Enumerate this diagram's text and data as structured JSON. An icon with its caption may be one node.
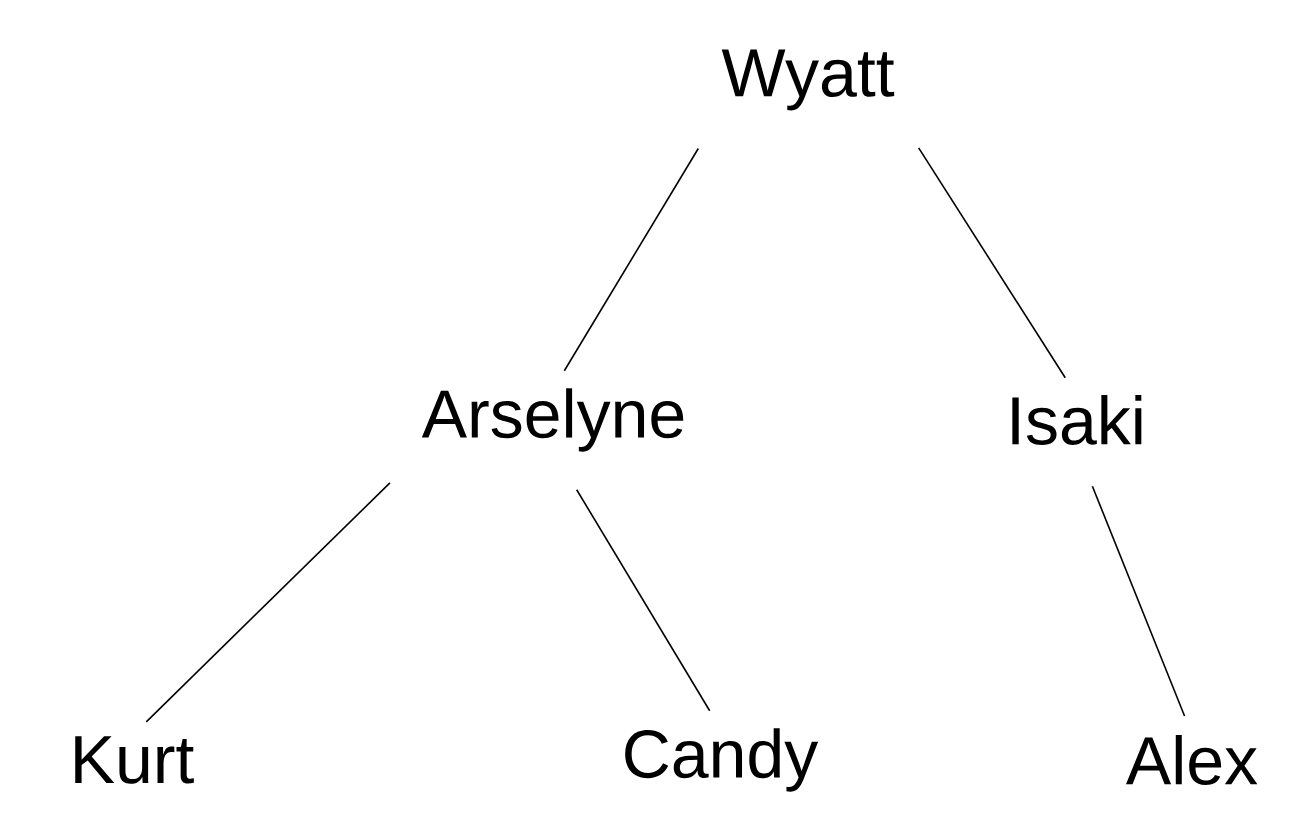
{
  "diagram": {
    "nodes": [
      {
        "text": [
          "Wyatt"
        ]
      },
      {
        "text": [
          "Arselyne"
        ]
      },
      {
        "text": [
          "Isaki"
        ]
      },
      {
        "text": [
          "Kurt"
        ]
      },
      {
        "text": [
          "Candy"
        ]
      },
      {
        "text": [
          "Alex"
        ]
      }
    ],
    "edges": [
      {
        "from": 0,
        "to": 1,
        "arrow": "none"
      },
      {
        "from": 0,
        "to": 2,
        "arrow": "none"
      },
      {
        "from": 1,
        "to": 3,
        "arrow": "none"
      },
      {
        "from": 1,
        "to": 4,
        "arrow": "none"
      },
      {
        "from": 2,
        "to": 5,
        "arrow": "none"
      }
    ]
  }
}
